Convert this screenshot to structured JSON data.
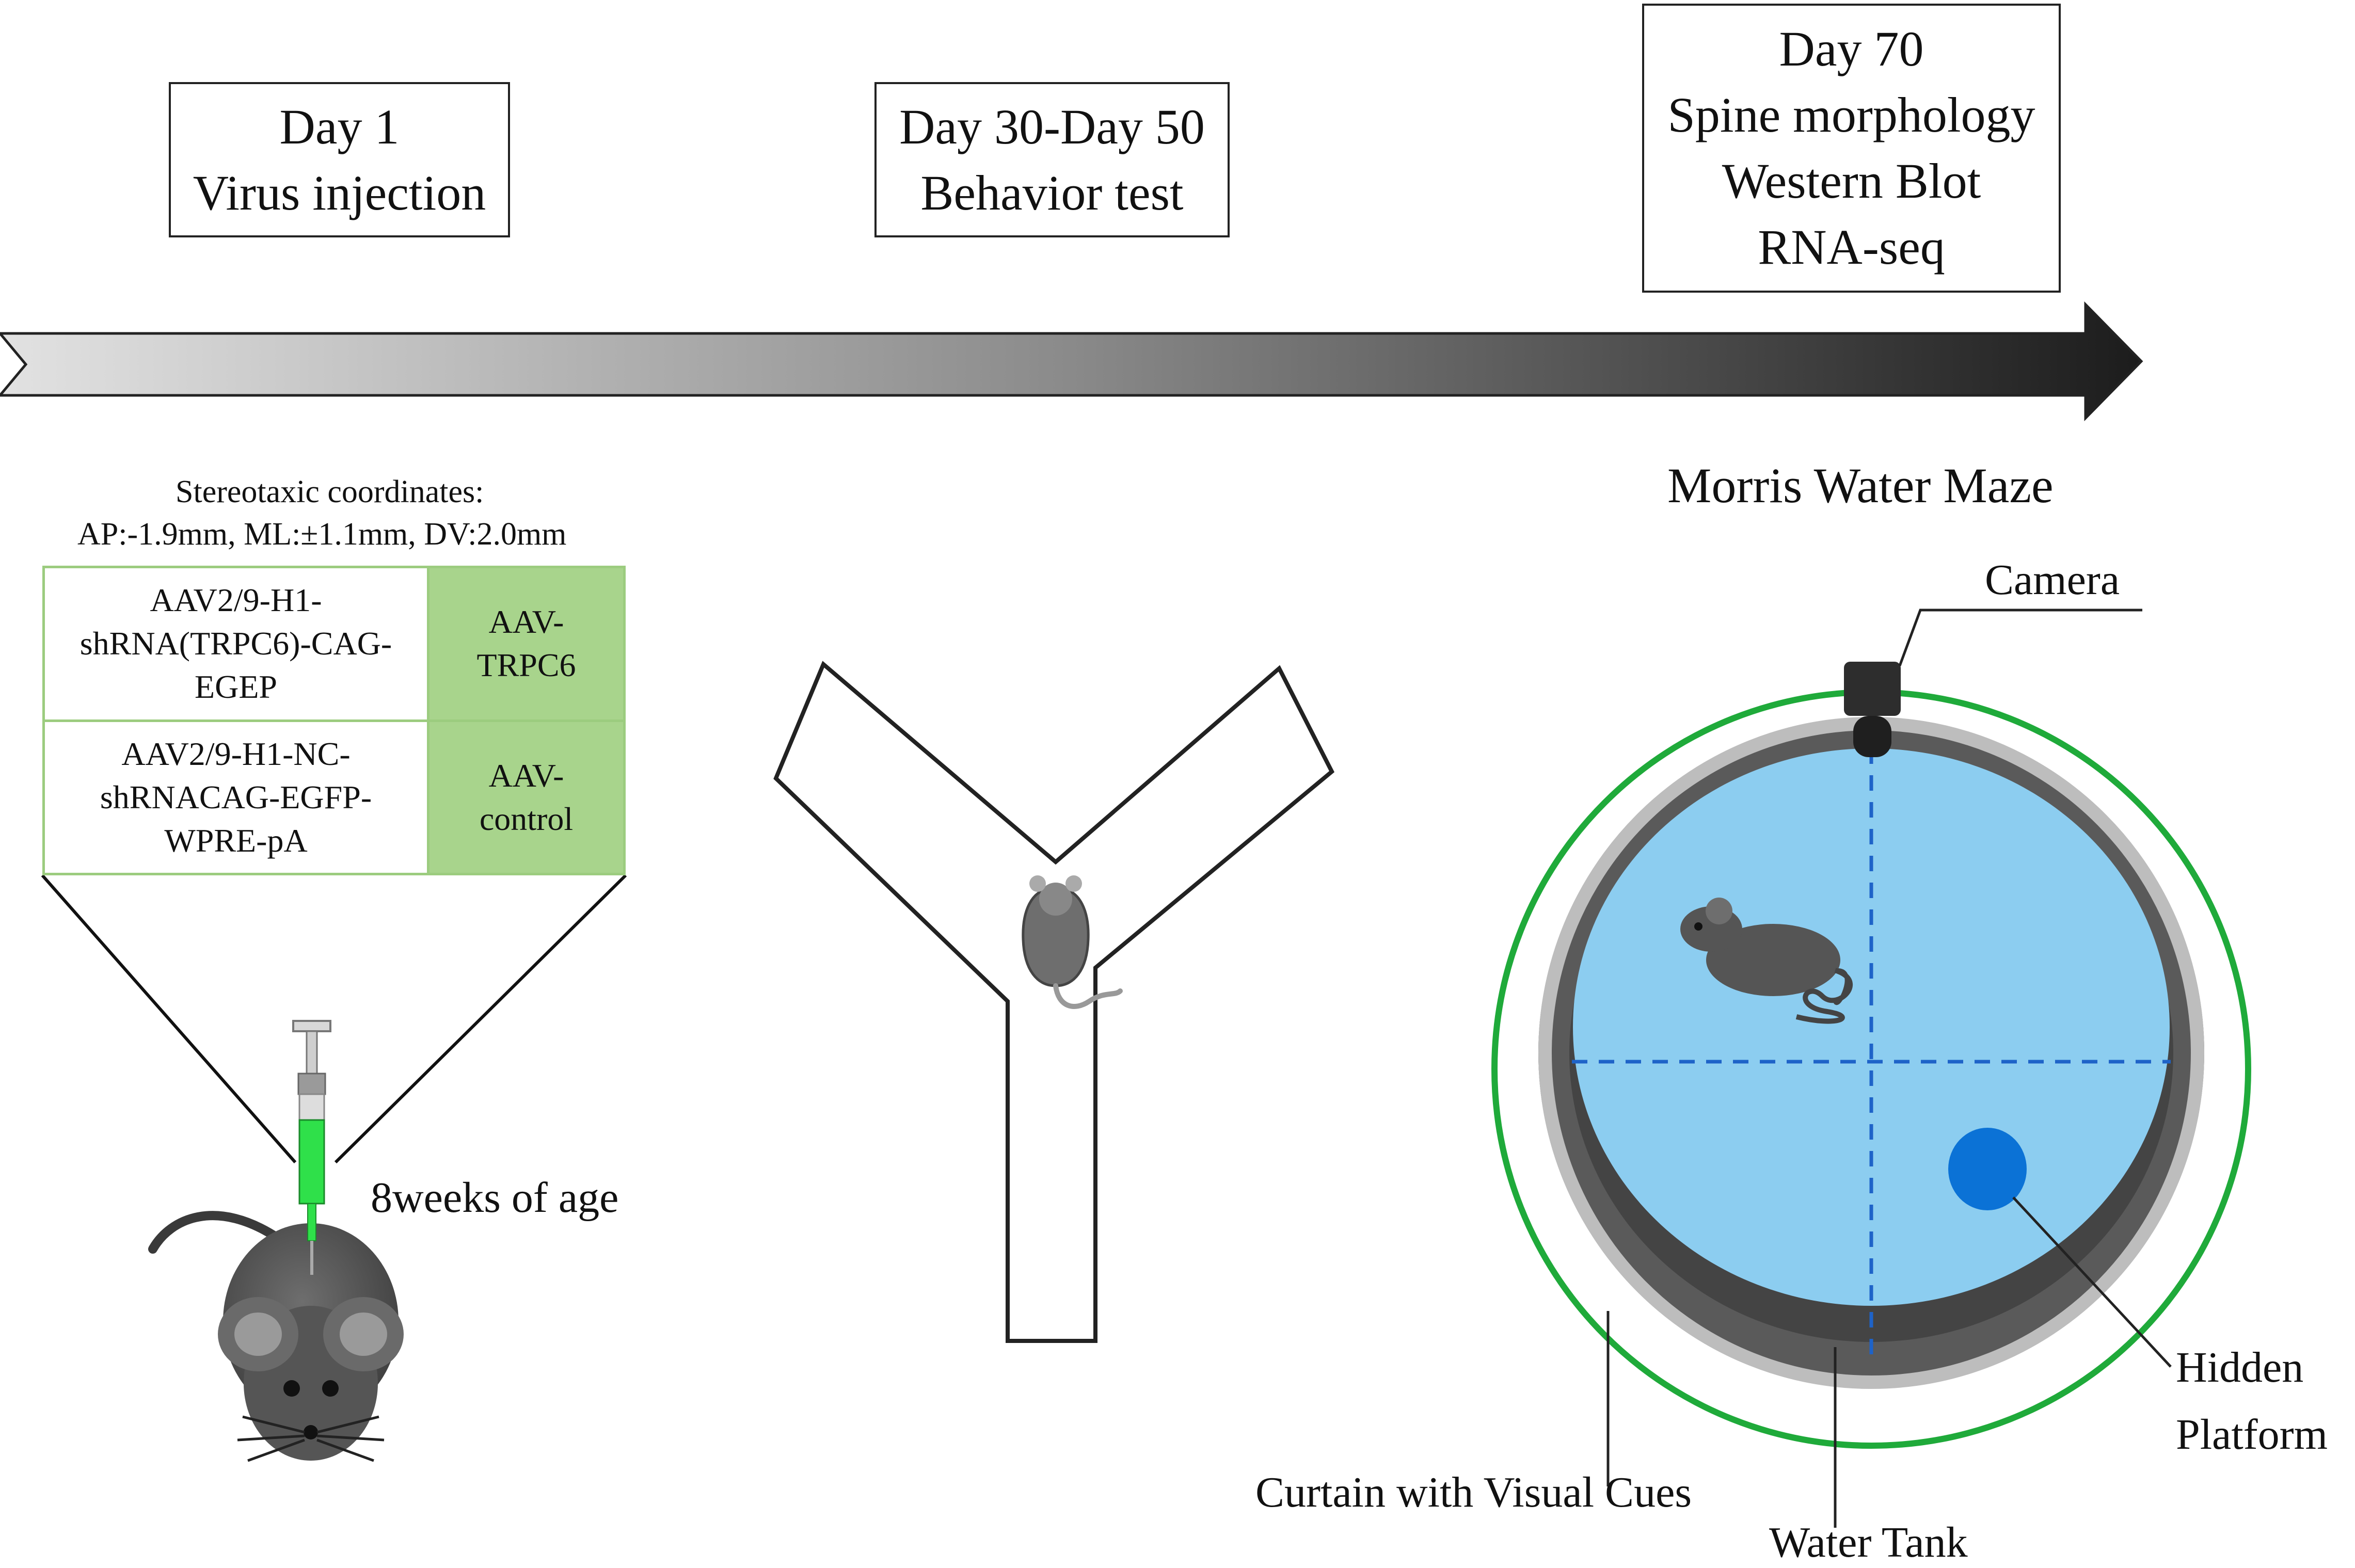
{
  "timeline": {
    "stages": [
      {
        "lines": [
          "Day 1",
          "Virus injection"
        ]
      },
      {
        "lines": [
          "Day 30-Day 50",
          "Behavior test"
        ]
      },
      {
        "lines": [
          "Day 70",
          "Spine morphology",
          "Western Blot",
          "RNA-seq"
        ]
      }
    ]
  },
  "injection": {
    "coords_title": "Stereotaxic  coordinates:",
    "coords_values": "AP:-1.9mm,  ML:±1.1mm,  DV:2.0mm",
    "age_label": "8weeks of age",
    "virus_table": [
      {
        "name_lines": [
          "AAV2/9-H1-",
          "shRNA(TRPC6)-CAG-",
          "EGEP"
        ],
        "code_lines": [
          "AAV-",
          "TRPC6"
        ]
      },
      {
        "name_lines": [
          "AAV2/9-H1-NC-",
          "shRNACAG-EGFP-",
          "WPRE-pA"
        ],
        "code_lines": [
          "AAV-",
          "control"
        ]
      }
    ]
  },
  "water_maze": {
    "title": "Morris  Water Maze",
    "camera": "Camera",
    "platform_lines": [
      "Hidden",
      "Platform"
    ],
    "curtain": "Curtain with Visual  Cues",
    "tank": "Water Tank"
  },
  "colors": {
    "green_table": "#a8d48c",
    "pool_water": "#8ccdf0",
    "platform": "#0b72d6",
    "curtain_ring": "#1faa3a",
    "syringe_fluid": "#2fe04a"
  }
}
